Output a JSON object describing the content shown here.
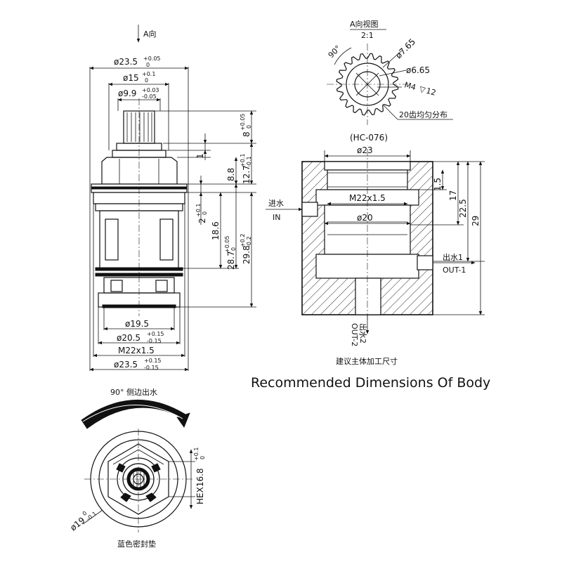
{
  "view_a": {
    "direction_label": "A向",
    "title": "A向视图",
    "scale": "2:1",
    "angle": "90°",
    "dim_major": "ø7.65",
    "dim_minor": "ø6.65",
    "dim_thread": "M4",
    "dim_depth": "12",
    "teeth_note": "20齿均匀分布",
    "model": "(HC-076)"
  },
  "cartridge": {
    "dim_top_width": "ø23.5",
    "dim_top_width_tol_upper": "+0.05",
    "dim_top_width_tol_lower": "0",
    "dim_15": "ø15",
    "dim_15_tol_upper": "+0.1",
    "dim_15_tol_lower": "0",
    "dim_9_9": "ø9.9",
    "dim_9_9_tol_upper": "+0.03",
    "dim_9_9_tol_lower": "-0.05",
    "dim_8": "8",
    "dim_8_tol_upper": "+0.05",
    "dim_8_tol_lower": "0",
    "dim_1": "1",
    "dim_8_8": "8.8",
    "dim_12_7": "12.7",
    "dim_12_7_tol_upper": "+0.1",
    "dim_12_7_tol_lower": "-0.1",
    "dim_2": "2",
    "dim_2_tol_upper": "+0.1",
    "dim_2_tol_lower": "0",
    "dim_18_6": "18.6",
    "dim_28_7": "28.7",
    "dim_28_7_tol_upper": "+0.05",
    "dim_28_7_tol_lower": "0",
    "dim_29_8": "29.8",
    "dim_29_8_tol_upper": "+0.2",
    "dim_29_8_tol_lower": "-0.2",
    "dim_19_5": "ø19.5",
    "dim_20_5": "ø20.5",
    "dim_20_5_tol_upper": "+0.15",
    "dim_20_5_tol_lower": "-0.15",
    "dim_m22": "M22x1.5",
    "dim_bottom_width": "ø23.5",
    "dim_bottom_width_tol_upper": "+0.15",
    "dim_bottom_width_tol_lower": "-0.15"
  },
  "body_section": {
    "dim_23": "ø23",
    "dim_m22": "M22x1.5",
    "dim_20": "ø20",
    "dim_1_5": "1.5",
    "dim_17": "17",
    "dim_22_5": "22.5",
    "dim_29": "29",
    "inlet_cn": "进水",
    "inlet_en": "IN",
    "outlet1_cn": "出水1",
    "outlet1_en": "OUT-1",
    "outlet2_cn": "出水2",
    "outlet2_en": "OUT-2",
    "caption_cn": "建议主体加工尺寸",
    "caption_en": "Recommended Dimensions Of Body"
  },
  "bottom_view": {
    "rotation_label": "90°  侧边出水",
    "hex": "HEX16.8",
    "hex_tol_upper": "+0.1",
    "hex_tol_lower": "0",
    "dia": "ø19",
    "dia_tol_upper": "0",
    "dia_tol_lower": "-0.1",
    "seal_note": "蓝色密封垫"
  }
}
